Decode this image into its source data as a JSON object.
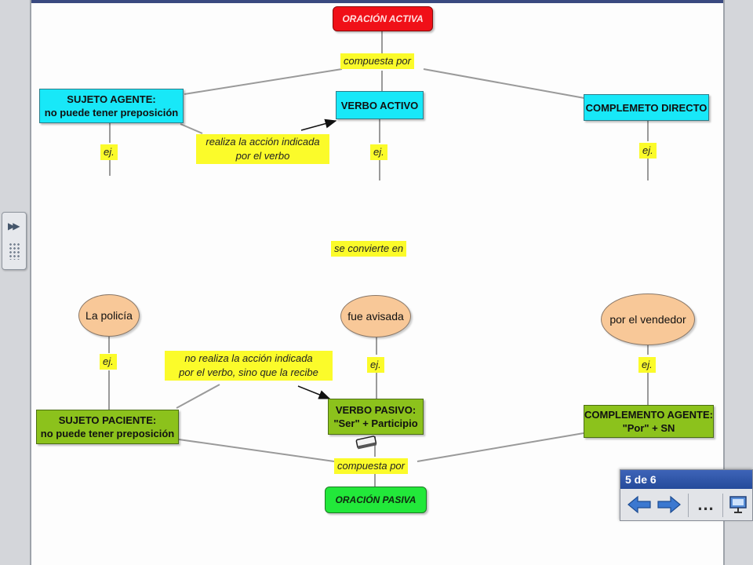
{
  "diagram": {
    "top_root": "ORACIÓN ACTIVA",
    "top_link": "compuesta por",
    "active_nodes": {
      "subject": [
        "SUJETO AGENTE:",
        "no puede tener preposición"
      ],
      "verb": "VERBO ACTIVO",
      "object": "COMPLEMETO DIRECTO"
    },
    "active_action_label": [
      "realiza la acción indicada",
      "por el verbo"
    ],
    "ej_label": "ej.",
    "middle_link": "se convierte en",
    "examples": {
      "left": "La policía",
      "center": "fue avisada",
      "right": "por el vendedor"
    },
    "passive_action_label": [
      "no realiza la acción indicada",
      "por el verbo, sino que la recibe"
    ],
    "passive_nodes": {
      "subject": [
        "SUJETO PACIENTE:",
        "no puede tener preposición"
      ],
      "verb": [
        "VERBO PASIVO:",
        "\"Ser\" + Participio"
      ],
      "agent": [
        "COMPLEMENTO AGENTE:",
        "\"Por\" + SN"
      ]
    },
    "bottom_link": "compuesta por",
    "bottom_root": "ORACIÓN PASIVA"
  },
  "navigator": {
    "page_indicator": "5 de 6",
    "prev_icon": "arrow-left-icon",
    "next_icon": "arrow-right-icon",
    "more_label": "...",
    "present_icon": "presentation-icon"
  },
  "colors": {
    "concept_cyan": "#18e8f8",
    "concept_green": "#8cc21c",
    "root_red": "#f01018",
    "root_green": "#22e83a",
    "link_yellow": "#fbfb2a",
    "example_oval": "#f8c898"
  }
}
